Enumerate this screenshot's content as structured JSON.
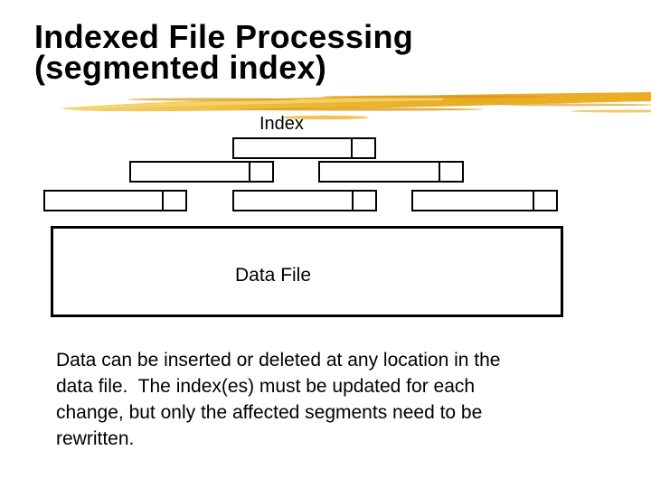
{
  "slide": {
    "title": "Indexed File Processing\n(segmented index)",
    "body_text": "Data can be inserted or deleted at any location in the\ndata file.  The index(es) must be updated for each\nchange, but only the affected segments need to be\nrewritten."
  },
  "diagram": {
    "index_label": "Index",
    "data_file_label": "Data File"
  },
  "colors": {
    "background": "#FFFFFF",
    "text": "#000000",
    "box_border": "#000000",
    "brush_gold": "#E9AC25",
    "brush_light": "#F3D472",
    "brush_dark": "#D69417"
  }
}
